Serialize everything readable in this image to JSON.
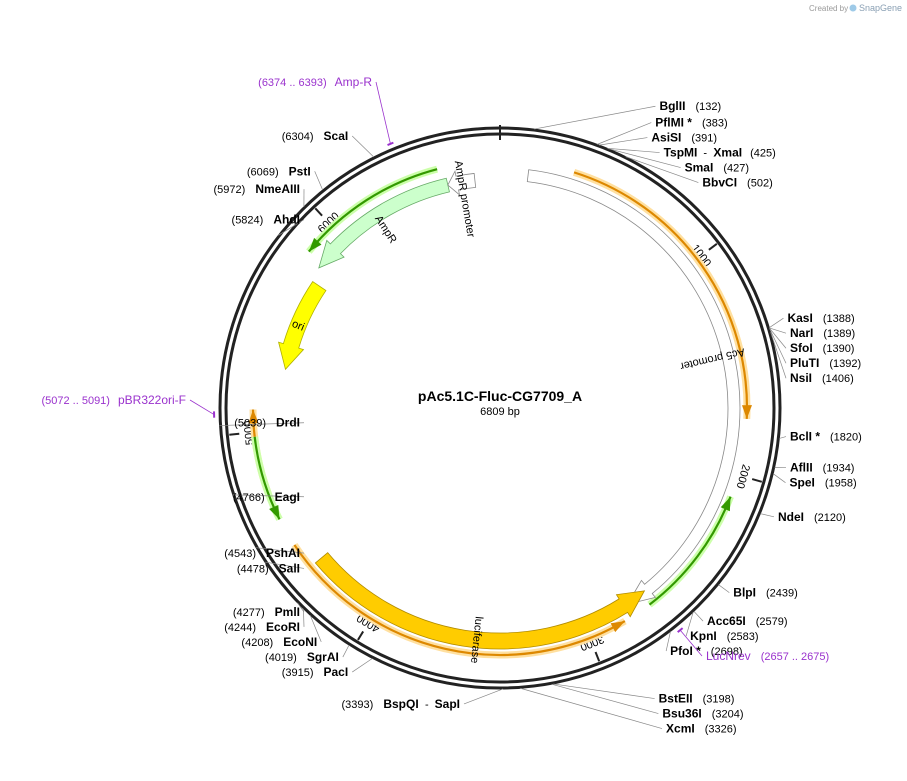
{
  "plasmid": {
    "name": "pAc5.1C-Fluc-CG7709_A",
    "length_label": "6809 bp",
    "length": 6809
  },
  "credit": {
    "prefix": "Created by",
    "brand": "SnapGene"
  },
  "ticks": [
    {
      "pos": 1000,
      "label": "1000"
    },
    {
      "pos": 2000,
      "label": "2000"
    },
    {
      "pos": 3000,
      "label": "3000"
    },
    {
      "pos": 4000,
      "label": "4000"
    },
    {
      "pos": 5000,
      "label": "5000"
    },
    {
      "pos": 6000,
      "label": "6000"
    }
  ],
  "features": [
    {
      "id": "ac5-promoter",
      "label": "Ac5 promoter",
      "start": 130,
      "end": 2780,
      "color": "#ffffff",
      "stroke": "#888888",
      "direction": 1
    },
    {
      "id": "luciferase",
      "label": "luciferase",
      "start": 2680,
      "end": 4350,
      "color": "#ffcc00",
      "stroke": "#b08a00",
      "direction": -1
    },
    {
      "id": "ori",
      "label": "ori",
      "start": 5300,
      "end": 5750,
      "color": "#ffff00",
      "stroke": "#b0b000",
      "direction": -1
    },
    {
      "id": "ampr",
      "label": "AmpR",
      "start": 5820,
      "end": 6560,
      "color": "#ccffcc",
      "stroke": "#66aa66",
      "direction": -1
    },
    {
      "id": "ampr-promoter",
      "label": "AmpR promoter",
      "start": 6560,
      "end": 6690,
      "color": "#ffffff",
      "stroke": "#888888",
      "direction": -1
    }
  ],
  "translations": [
    {
      "start": 5850,
      "end": 6530,
      "direction": -1,
      "color": "#339900",
      "halo": "#ccffaa"
    },
    {
      "start": 330,
      "end": 1750,
      "direction": 1,
      "color": "#dd8800",
      "halo": "#ffe0a0"
    },
    {
      "start": 2100,
      "end": 2700,
      "direction": -1,
      "color": "#339900",
      "halo": "#ccffaa"
    },
    {
      "start": 2830,
      "end": 4470,
      "direction": -1,
      "color": "#dd8800",
      "halo": "#ffe0a0"
    },
    {
      "start": 4720,
      "end": 5100,
      "direction": 1,
      "color": "#dd8800",
      "halo": "#ffe0a0"
    },
    {
      "start": 4600,
      "end": 4980,
      "direction": -1,
      "color": "#339900",
      "halo": "#ccffaa"
    }
  ],
  "sites": [
    {
      "name": "BglII",
      "pos": "(132)",
      "bp": 132,
      "side": "right"
    },
    {
      "name": "PflMI *",
      "pos": "(383)",
      "bp": 383,
      "side": "right"
    },
    {
      "name": "AsiSI",
      "pos": "(391)",
      "bp": 391,
      "side": "right"
    },
    {
      "name": "TspMI",
      "name2": "XmaI",
      "pos": "(425)",
      "bp": 425,
      "side": "right"
    },
    {
      "name": "SmaI",
      "pos": "(427)",
      "bp": 427,
      "side": "right"
    },
    {
      "name": "BbvCI",
      "pos": "(502)",
      "bp": 502,
      "side": "right"
    },
    {
      "name": "KasI",
      "pos": "(1388)",
      "bp": 1388,
      "side": "right"
    },
    {
      "name": "NarI",
      "pos": "(1389)",
      "bp": 1389,
      "side": "right"
    },
    {
      "name": "SfoI",
      "pos": "(1390)",
      "bp": 1390,
      "side": "right"
    },
    {
      "name": "PluTI",
      "pos": "(1392)",
      "bp": 1392,
      "side": "right"
    },
    {
      "name": "NsiI",
      "pos": "(1406)",
      "bp": 1406,
      "side": "right"
    },
    {
      "name": "BclI *",
      "pos": "(1820)",
      "bp": 1820,
      "side": "right"
    },
    {
      "name": "AflII",
      "pos": "(1934)",
      "bp": 1934,
      "side": "right"
    },
    {
      "name": "SpeI",
      "pos": "(1958)",
      "bp": 1958,
      "side": "right"
    },
    {
      "name": "NdeI",
      "pos": "(2120)",
      "bp": 2120,
      "side": "right"
    },
    {
      "name": "BlpI",
      "pos": "(2439)",
      "bp": 2439,
      "side": "right"
    },
    {
      "name": "Acc65I",
      "pos": "(2579)",
      "bp": 2579,
      "side": "right"
    },
    {
      "name": "KpnI",
      "pos": "(2583)",
      "bp": 2583,
      "side": "right"
    },
    {
      "name": "PfoI *",
      "pos": "(2698)",
      "bp": 2698,
      "side": "right"
    },
    {
      "name": "BstEII",
      "pos": "(3198)",
      "bp": 3198,
      "side": "right"
    },
    {
      "name": "Bsu36I",
      "pos": "(3204)",
      "bp": 3204,
      "side": "right"
    },
    {
      "name": "XcmI",
      "pos": "(3326)",
      "bp": 3326,
      "side": "right"
    },
    {
      "name": "BspQI",
      "name2": "SapI",
      "pos": "(3393)",
      "bp": 3393,
      "side": "left"
    },
    {
      "name": "PacI",
      "pos": "(3915)",
      "bp": 3915,
      "side": "left"
    },
    {
      "name": "SgrAI",
      "pos": "(4019)",
      "bp": 4019,
      "side": "left"
    },
    {
      "name": "EcoNI",
      "pos": "(4208)",
      "bp": 4208,
      "side": "left"
    },
    {
      "name": "EcoRI",
      "pos": "(4244)",
      "bp": 4244,
      "side": "left"
    },
    {
      "name": "PmlI",
      "pos": "(4277)",
      "bp": 4277,
      "side": "left"
    },
    {
      "name": "SalI",
      "pos": "(4478)",
      "bp": 4478,
      "side": "left"
    },
    {
      "name": "PshAI",
      "pos": "(4543)",
      "bp": 4543,
      "side": "left"
    },
    {
      "name": "EagI",
      "pos": "(4766)",
      "bp": 4766,
      "side": "left"
    },
    {
      "name": "DrdI",
      "pos": "(5039)",
      "bp": 5039,
      "side": "left"
    },
    {
      "name": "AhdI",
      "pos": "(5824)",
      "bp": 5824,
      "side": "left"
    },
    {
      "name": "NmeAIII",
      "pos": "(5972)",
      "bp": 5972,
      "side": "left"
    },
    {
      "name": "PstI",
      "pos": "(6069)",
      "bp": 6069,
      "side": "left"
    },
    {
      "name": "ScaI",
      "pos": "(6304)",
      "bp": 6304,
      "side": "left"
    }
  ],
  "primers": [
    {
      "name": "Amp-R",
      "range": "(6374 .. 6393)",
      "bp": 6383,
      "side": "left"
    },
    {
      "name": "pBR322ori-F",
      "range": "(5072 .. 5091)",
      "bp": 5082,
      "side": "left"
    },
    {
      "name": "LucNrev",
      "range": "(2657 .. 2675)",
      "bp": 2666,
      "side": "right"
    }
  ]
}
